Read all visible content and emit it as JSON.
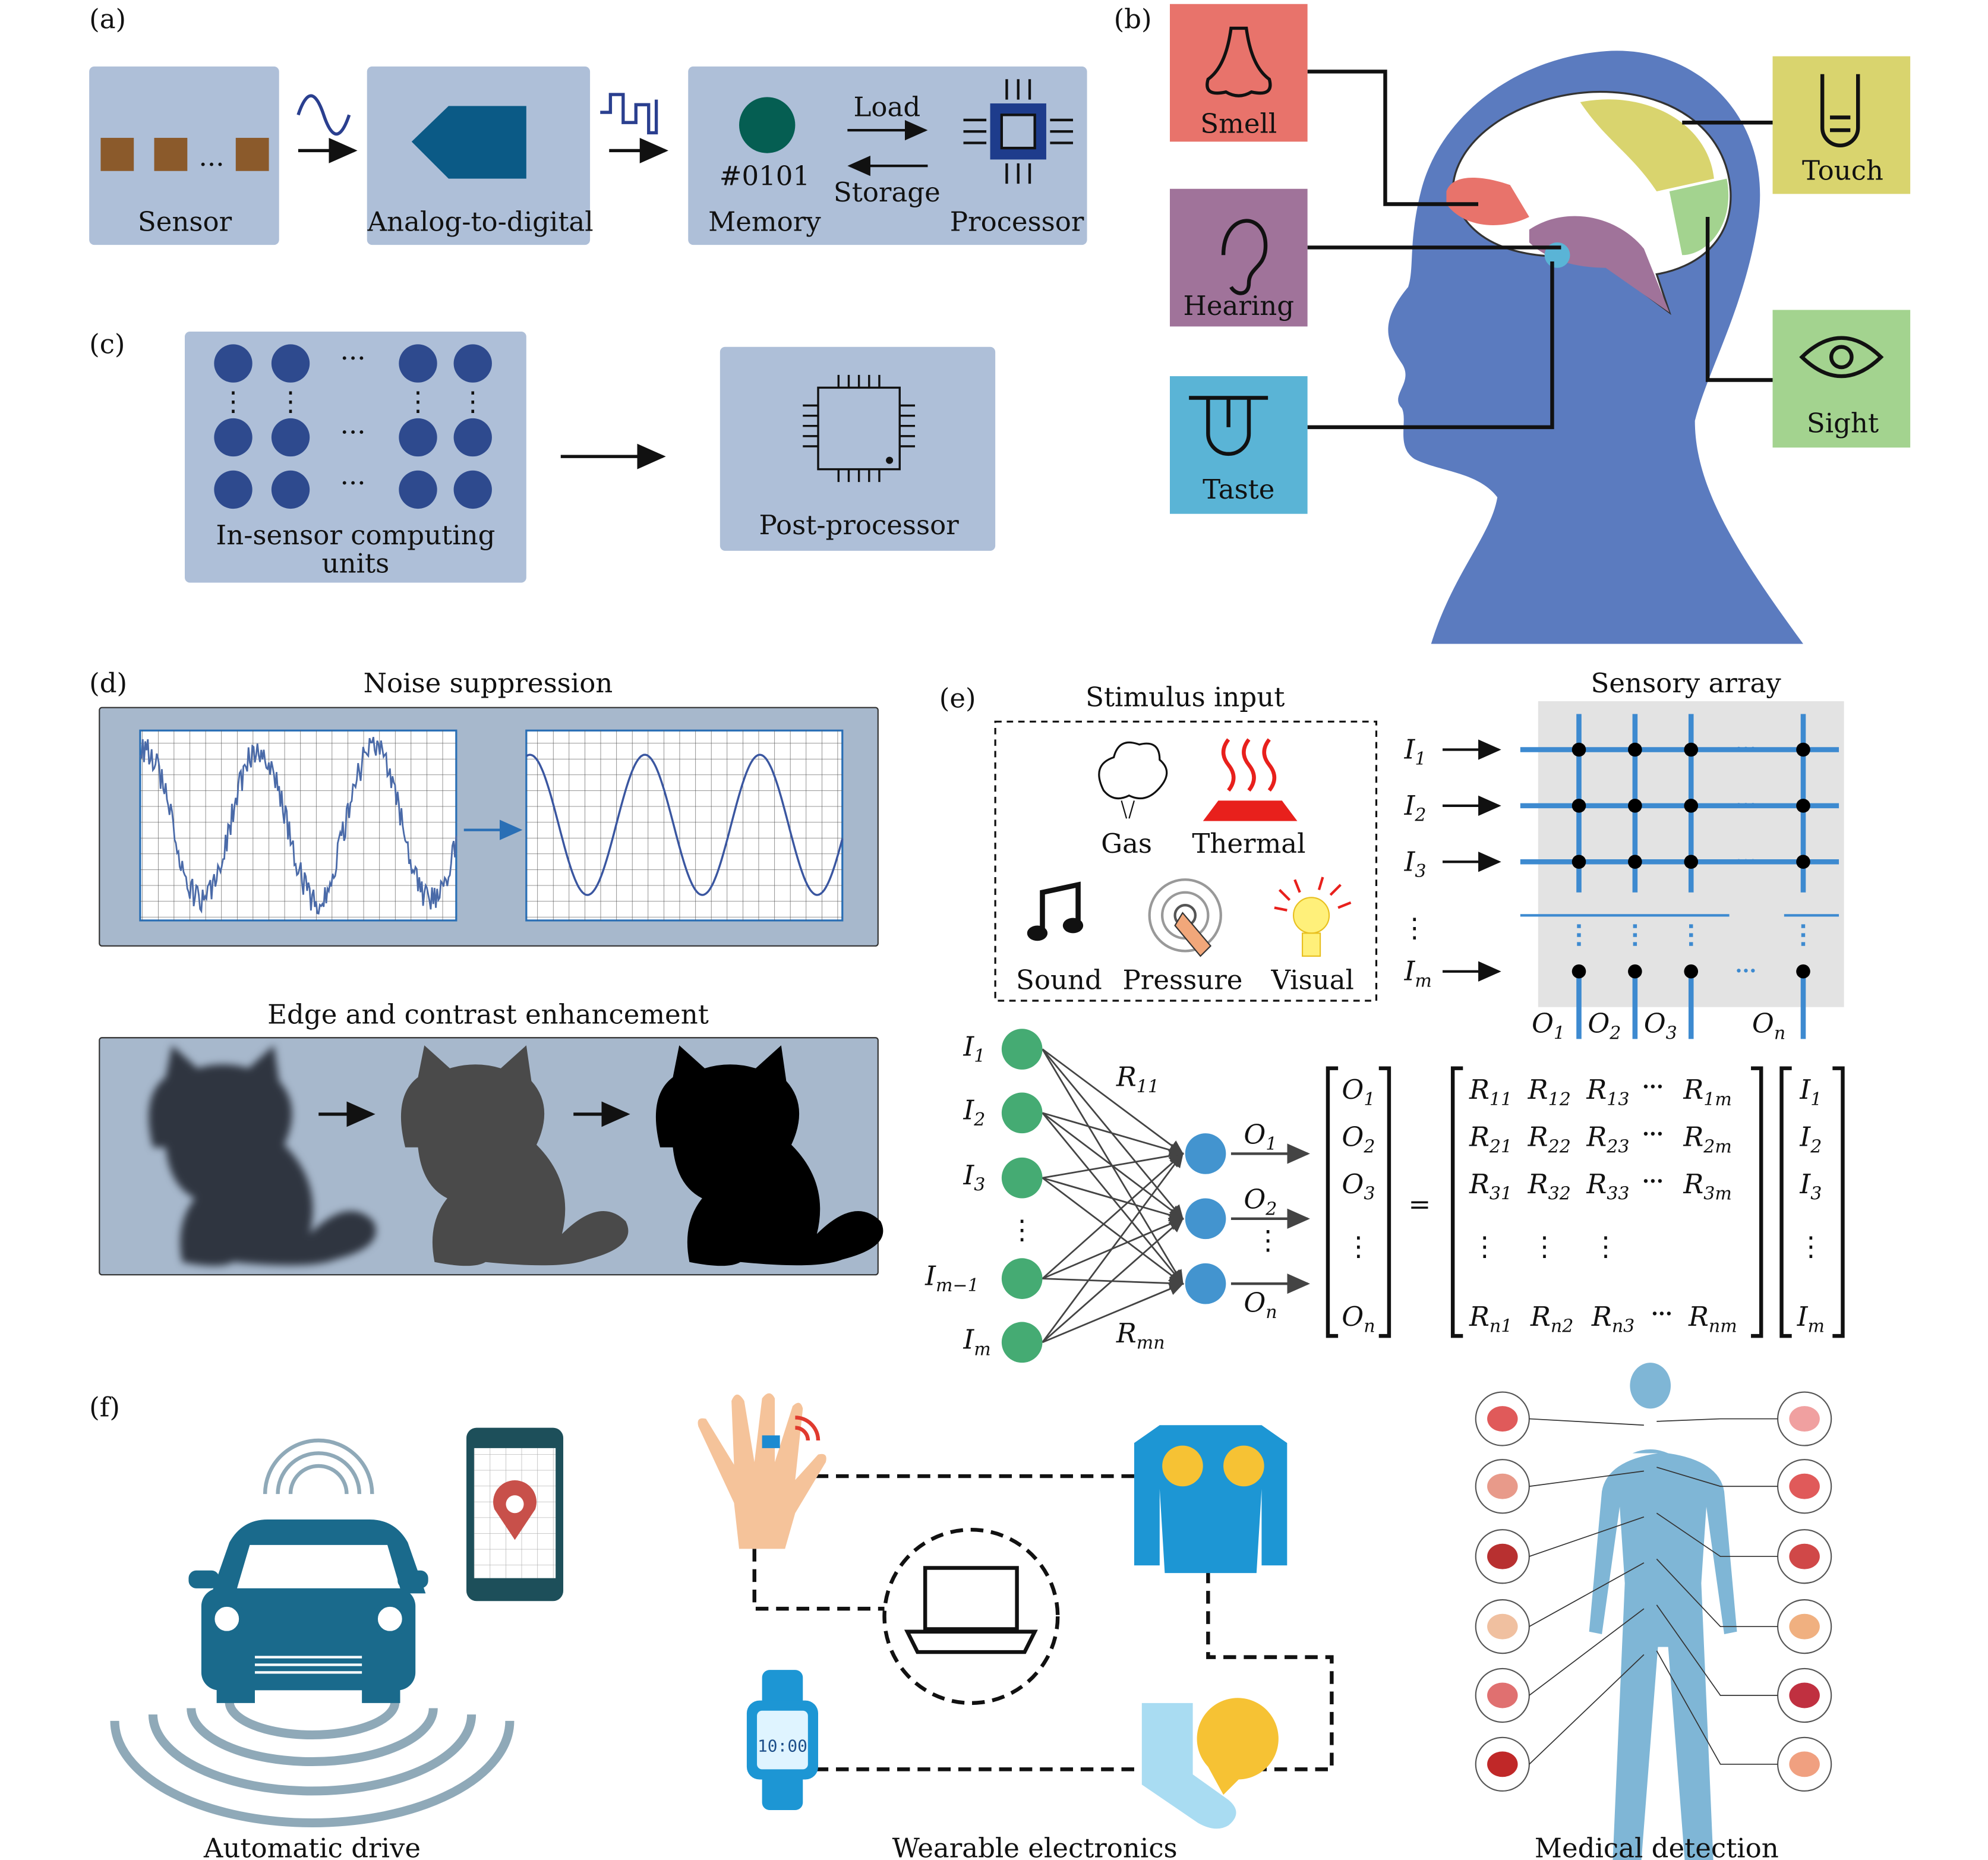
{
  "panels": {
    "a": {
      "label": "(a)",
      "sensor": "Sensor",
      "sensor_dots": "...",
      "adc": "Analog-to-digital",
      "memory_value": "#0101",
      "memory": "Memory",
      "load": "Load",
      "storage": "Storage",
      "processor": "Processor"
    },
    "b": {
      "label": "(b)",
      "senses": [
        {
          "name": "Smell",
          "color": "#e8736b"
        },
        {
          "name": "Hearing",
          "color": "#a0739a"
        },
        {
          "name": "Taste",
          "color": "#5ab4d6"
        },
        {
          "name": "Touch",
          "color": "#d9d46e"
        },
        {
          "name": "Sight",
          "color": "#a3d38f"
        }
      ],
      "head_color": "#5b7bbf"
    },
    "c": {
      "label": "(c)",
      "in_sensor": "In-sensor computing",
      "in_sensor_2": "units",
      "dots": "···",
      "post": "Post-processor"
    },
    "d": {
      "label": "(d)",
      "noise_title": "Noise suppression",
      "edge_title": "Edge and contrast enhancement"
    },
    "e": {
      "label": "(e)",
      "stimulus_title": "Stimulus input",
      "array_title": "Sensory array",
      "stimuli": [
        "Gas",
        "Thermal",
        "Sound",
        "Pressure",
        "Visual"
      ],
      "array_inputs": [
        [
          "I",
          "1"
        ],
        [
          "I",
          "2"
        ],
        [
          "I",
          "3"
        ],
        [
          "I",
          "m"
        ]
      ],
      "array_outputs": [
        [
          "O",
          "1"
        ],
        [
          "O",
          "2"
        ],
        [
          "O",
          "3"
        ],
        [
          "O",
          "n"
        ]
      ],
      "net_inputs": [
        [
          "I",
          "1"
        ],
        [
          "I",
          "2"
        ],
        [
          "I",
          "3"
        ],
        [
          "I",
          "m−1"
        ],
        [
          "I",
          "m"
        ]
      ],
      "net_outputs": [
        [
          "O",
          "1"
        ],
        [
          "O",
          "2"
        ],
        [
          "O",
          "n"
        ]
      ],
      "weights": [
        [
          "R",
          "11"
        ],
        [
          "R",
          "mn"
        ]
      ],
      "vec_o": [
        [
          "O",
          "1"
        ],
        [
          "O",
          "2"
        ],
        [
          "O",
          "3"
        ],
        [
          "O",
          "n"
        ]
      ],
      "matrix": [
        [
          [
            "R",
            "11"
          ],
          [
            "R",
            "12"
          ],
          [
            "R",
            "13"
          ],
          [
            "R",
            "1m"
          ]
        ],
        [
          [
            "R",
            "21"
          ],
          [
            "R",
            "22"
          ],
          [
            "R",
            "23"
          ],
          [
            "R",
            "2m"
          ]
        ],
        [
          [
            "R",
            "31"
          ],
          [
            "R",
            "32"
          ],
          [
            "R",
            "33"
          ],
          [
            "R",
            "3m"
          ]
        ],
        [
          [
            "R",
            "n1"
          ],
          [
            "R",
            "n2"
          ],
          [
            "R",
            "n3"
          ],
          [
            "R",
            "nm"
          ]
        ]
      ],
      "vec_i": [
        [
          "I",
          "1"
        ],
        [
          "I",
          "2"
        ],
        [
          "I",
          "3"
        ],
        [
          "I",
          "m"
        ]
      ],
      "equals": "=",
      "dots": "···",
      "vdots": "⋮"
    },
    "f": {
      "label": "(f)",
      "auto": "Automatic drive",
      "wearable": "Wearable electronics",
      "watch_time": "10:00",
      "medical": "Medical detection"
    }
  }
}
